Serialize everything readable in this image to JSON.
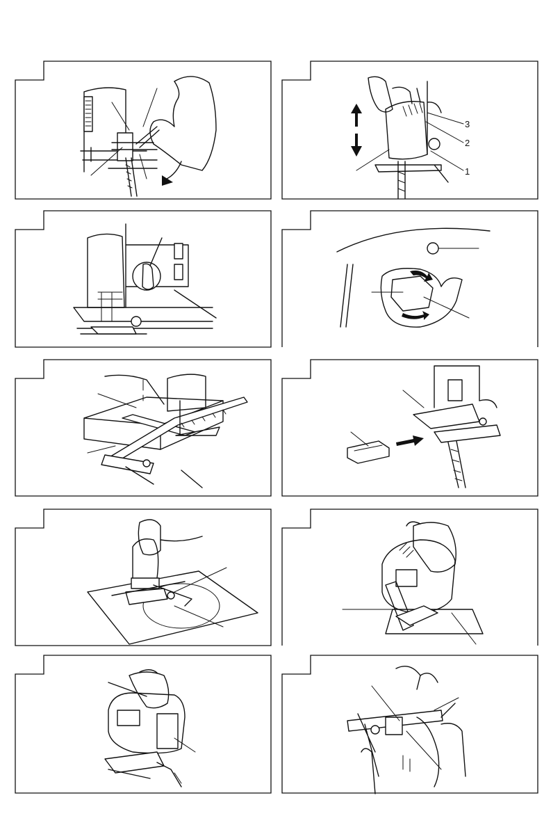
{
  "figures": [
    {
      "id": "fig-1",
      "callouts": []
    },
    {
      "id": "fig-2",
      "callouts": [
        "3",
        "2",
        "1"
      ]
    },
    {
      "id": "fig-3",
      "callouts": []
    },
    {
      "id": "fig-4",
      "callouts": []
    },
    {
      "id": "fig-5",
      "callouts": []
    },
    {
      "id": "fig-6",
      "callouts": []
    },
    {
      "id": "fig-7",
      "callouts": []
    },
    {
      "id": "fig-8",
      "callouts": []
    },
    {
      "id": "fig-9",
      "callouts": []
    },
    {
      "id": "fig-10",
      "callouts": []
    }
  ],
  "icons": [
    "up-down-arrow-icon",
    "rotation-arrow-icon",
    "insert-arrow-icon"
  ]
}
